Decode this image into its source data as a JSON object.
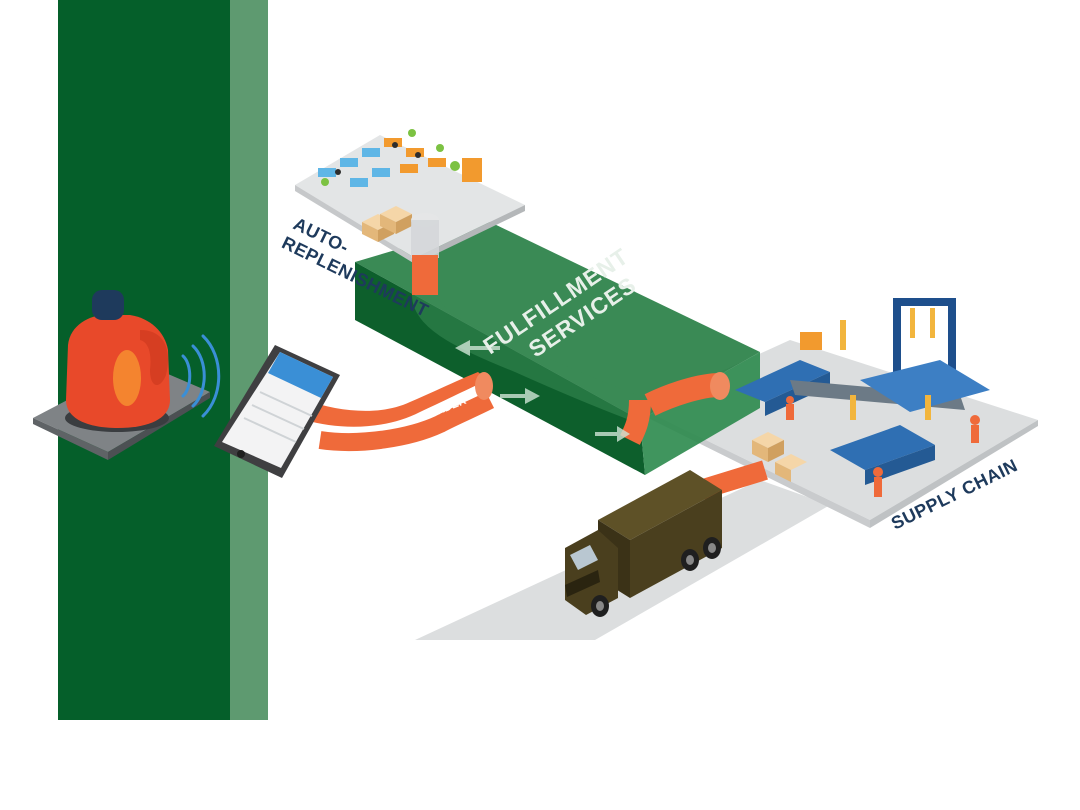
{
  "labels": {
    "auto_line1": "AUTO-",
    "auto_line2": "REPLENISHMENT",
    "fulfillment_line1": "FULFILLMENT",
    "fulfillment_line2": "SERVICES",
    "order": "ORDER",
    "supply_chain": "SUPPLY CHAIN"
  },
  "colors": {
    "dark_green": "#055f2a",
    "light_green": "#5e9a70",
    "band_green": "#1f7a3d",
    "pipe_orange": "#ef6a3a",
    "jug_red": "#e8492a",
    "jug_cap": "#1e3a5c",
    "label_navy": "#1e3a5c",
    "road_gray": "#dcdedf",
    "truck_brown": "#4a3f1e"
  },
  "icons": {
    "jug": "detergent-jug-icon",
    "phone": "smartphone-icon",
    "truck": "delivery-truck-icon",
    "factory": "factory-robots-icon",
    "office": "office-desks-icon",
    "signal": "wireless-signal-icon"
  }
}
